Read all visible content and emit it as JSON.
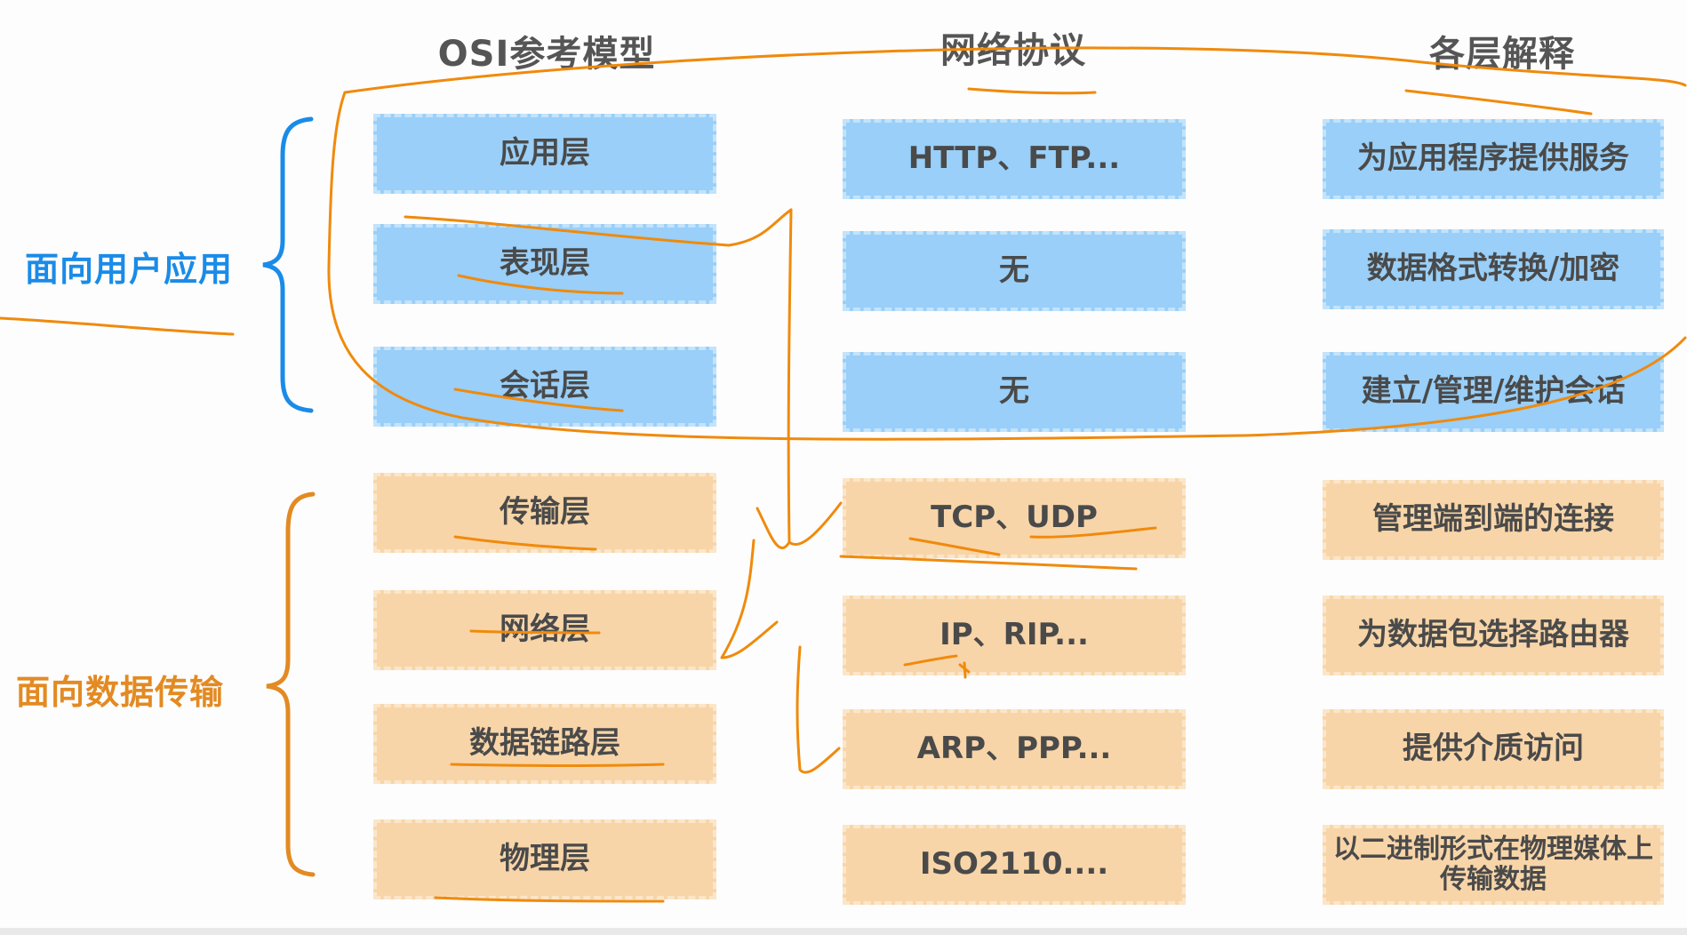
{
  "headers": {
    "osi": "OSI参考模型",
    "protocol": "网络协议",
    "explanation": "各层解释"
  },
  "groups": {
    "user_app": "面向用户应用",
    "data_transfer": "面向数据传输"
  },
  "layers": [
    {
      "osi": "应用层",
      "protocol": "HTTP、FTP...",
      "explanation": "为应用程序提供服务"
    },
    {
      "osi": "表现层",
      "protocol": "无",
      "explanation": "数据格式转换/加密"
    },
    {
      "osi": "会话层",
      "protocol": "无",
      "explanation": "建立/管理/维护会话"
    },
    {
      "osi": "传输层",
      "protocol": "TCP、UDP",
      "explanation": "管理端到端的连接"
    },
    {
      "osi": "网络层",
      "protocol": "IP、RIP...",
      "explanation": "为数据包选择路由器"
    },
    {
      "osi": "数据链路层",
      "protocol": "ARP、PPP...",
      "explanation": "提供介质访问"
    },
    {
      "osi": "物理层",
      "protocol": "ISO2110....",
      "explanation": "以二进制形式在物理媒体上传输数据"
    }
  ],
  "colors": {
    "user_group": "#1a8be8",
    "data_group": "#e38a22",
    "blue_box": "#99cff8",
    "orange_box": "#f8d5a8",
    "annotation": "#f08a0c"
  }
}
